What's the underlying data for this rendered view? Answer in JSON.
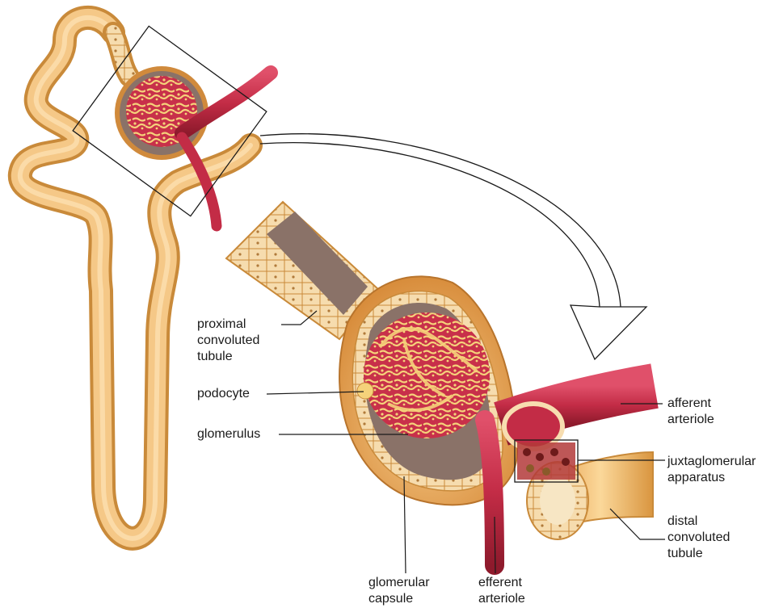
{
  "labels": {
    "proximal": [
      "proximal",
      "convoluted",
      "tubule"
    ],
    "podocyte": [
      "podocyte"
    ],
    "glomerulus": [
      "glomerulus"
    ],
    "afferent": [
      "afferent",
      "arteriole"
    ],
    "juxta": [
      "juxtaglomerular",
      "apparatus"
    ],
    "distal": [
      "distal",
      "convoluted",
      "tubule"
    ],
    "capsule": [
      "glomerular",
      "capsule"
    ],
    "efferent": [
      "efferent",
      "arteriole"
    ]
  },
  "colors": {
    "tubule": "#f2c27a",
    "tubule_edge": "#c98a3a",
    "vessel": "#c8304a",
    "vessel_dark": "#8e1a2c",
    "capsule_space": "#8a7268",
    "cell_fill": "#f7ddb0"
  }
}
